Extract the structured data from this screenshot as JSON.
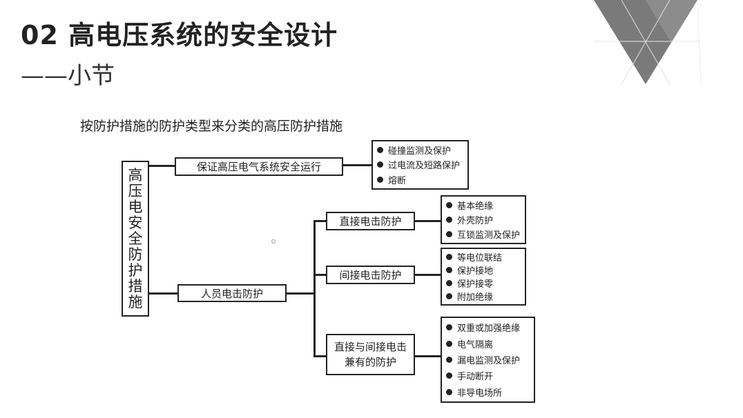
{
  "header": {
    "title": "02 高电压系统的安全设计",
    "subtitle": "——小节"
  },
  "diagram": {
    "caption": "按防护措施的防护类型来分类的高压防护措施",
    "root": [
      "高",
      "压",
      "电",
      "安",
      "全",
      "防",
      "护",
      "措",
      "施"
    ],
    "branch1": {
      "label": "保证高压电气系统安全运行",
      "items": [
        "碰撞监测及保护",
        "过电流及短路保护",
        "熔断"
      ]
    },
    "branch2": {
      "label": "人员电击防护",
      "direct": {
        "label": "直接电击防护",
        "items": [
          "基本绝缘",
          "外壳防护",
          "互锁监测及保护"
        ]
      },
      "indirect": {
        "label": "间接电击防护",
        "items": [
          "等电位联结",
          "保护接地",
          "保护接零",
          "附加绝缘"
        ]
      },
      "both": {
        "label_line1": "直接与间接电击",
        "label_line2": "兼有的防护",
        "items": [
          "双重或加强绝缘",
          "电气隔离",
          "漏电监测及保护",
          "手动断开",
          "非导电场所"
        ]
      }
    }
  }
}
